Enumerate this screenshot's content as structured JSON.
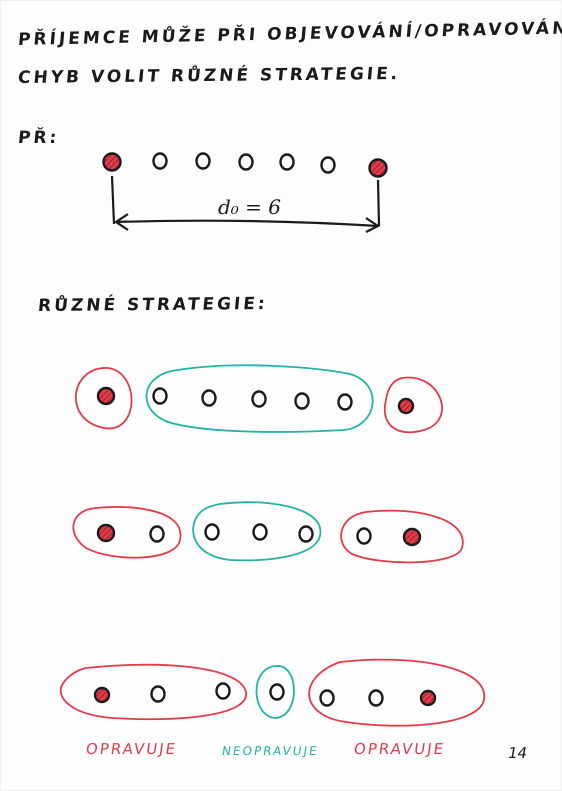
{
  "title_line_1": "PŘÍJEMCE MŮŽE PŘI OBJEVOVÁNÍ/OPRAVOVÁNÍ",
  "title_line_2": "CHYB VOLIT RŮZNÉ STRATEGIE.",
  "example_label": "PŘ:",
  "distance_label": "d₀ = 6",
  "strategies_label": "RŮZNÉ STRATEGIE:",
  "legend": {
    "correct": "OPRAVUJE",
    "no_correct": "NEOPRAVUJE",
    "correct_2": "OPRAVUJE"
  },
  "page_number": "14",
  "colors": {
    "ink": "#1a1a1a",
    "red": "#e23b4a",
    "teal": "#22b3a6"
  }
}
